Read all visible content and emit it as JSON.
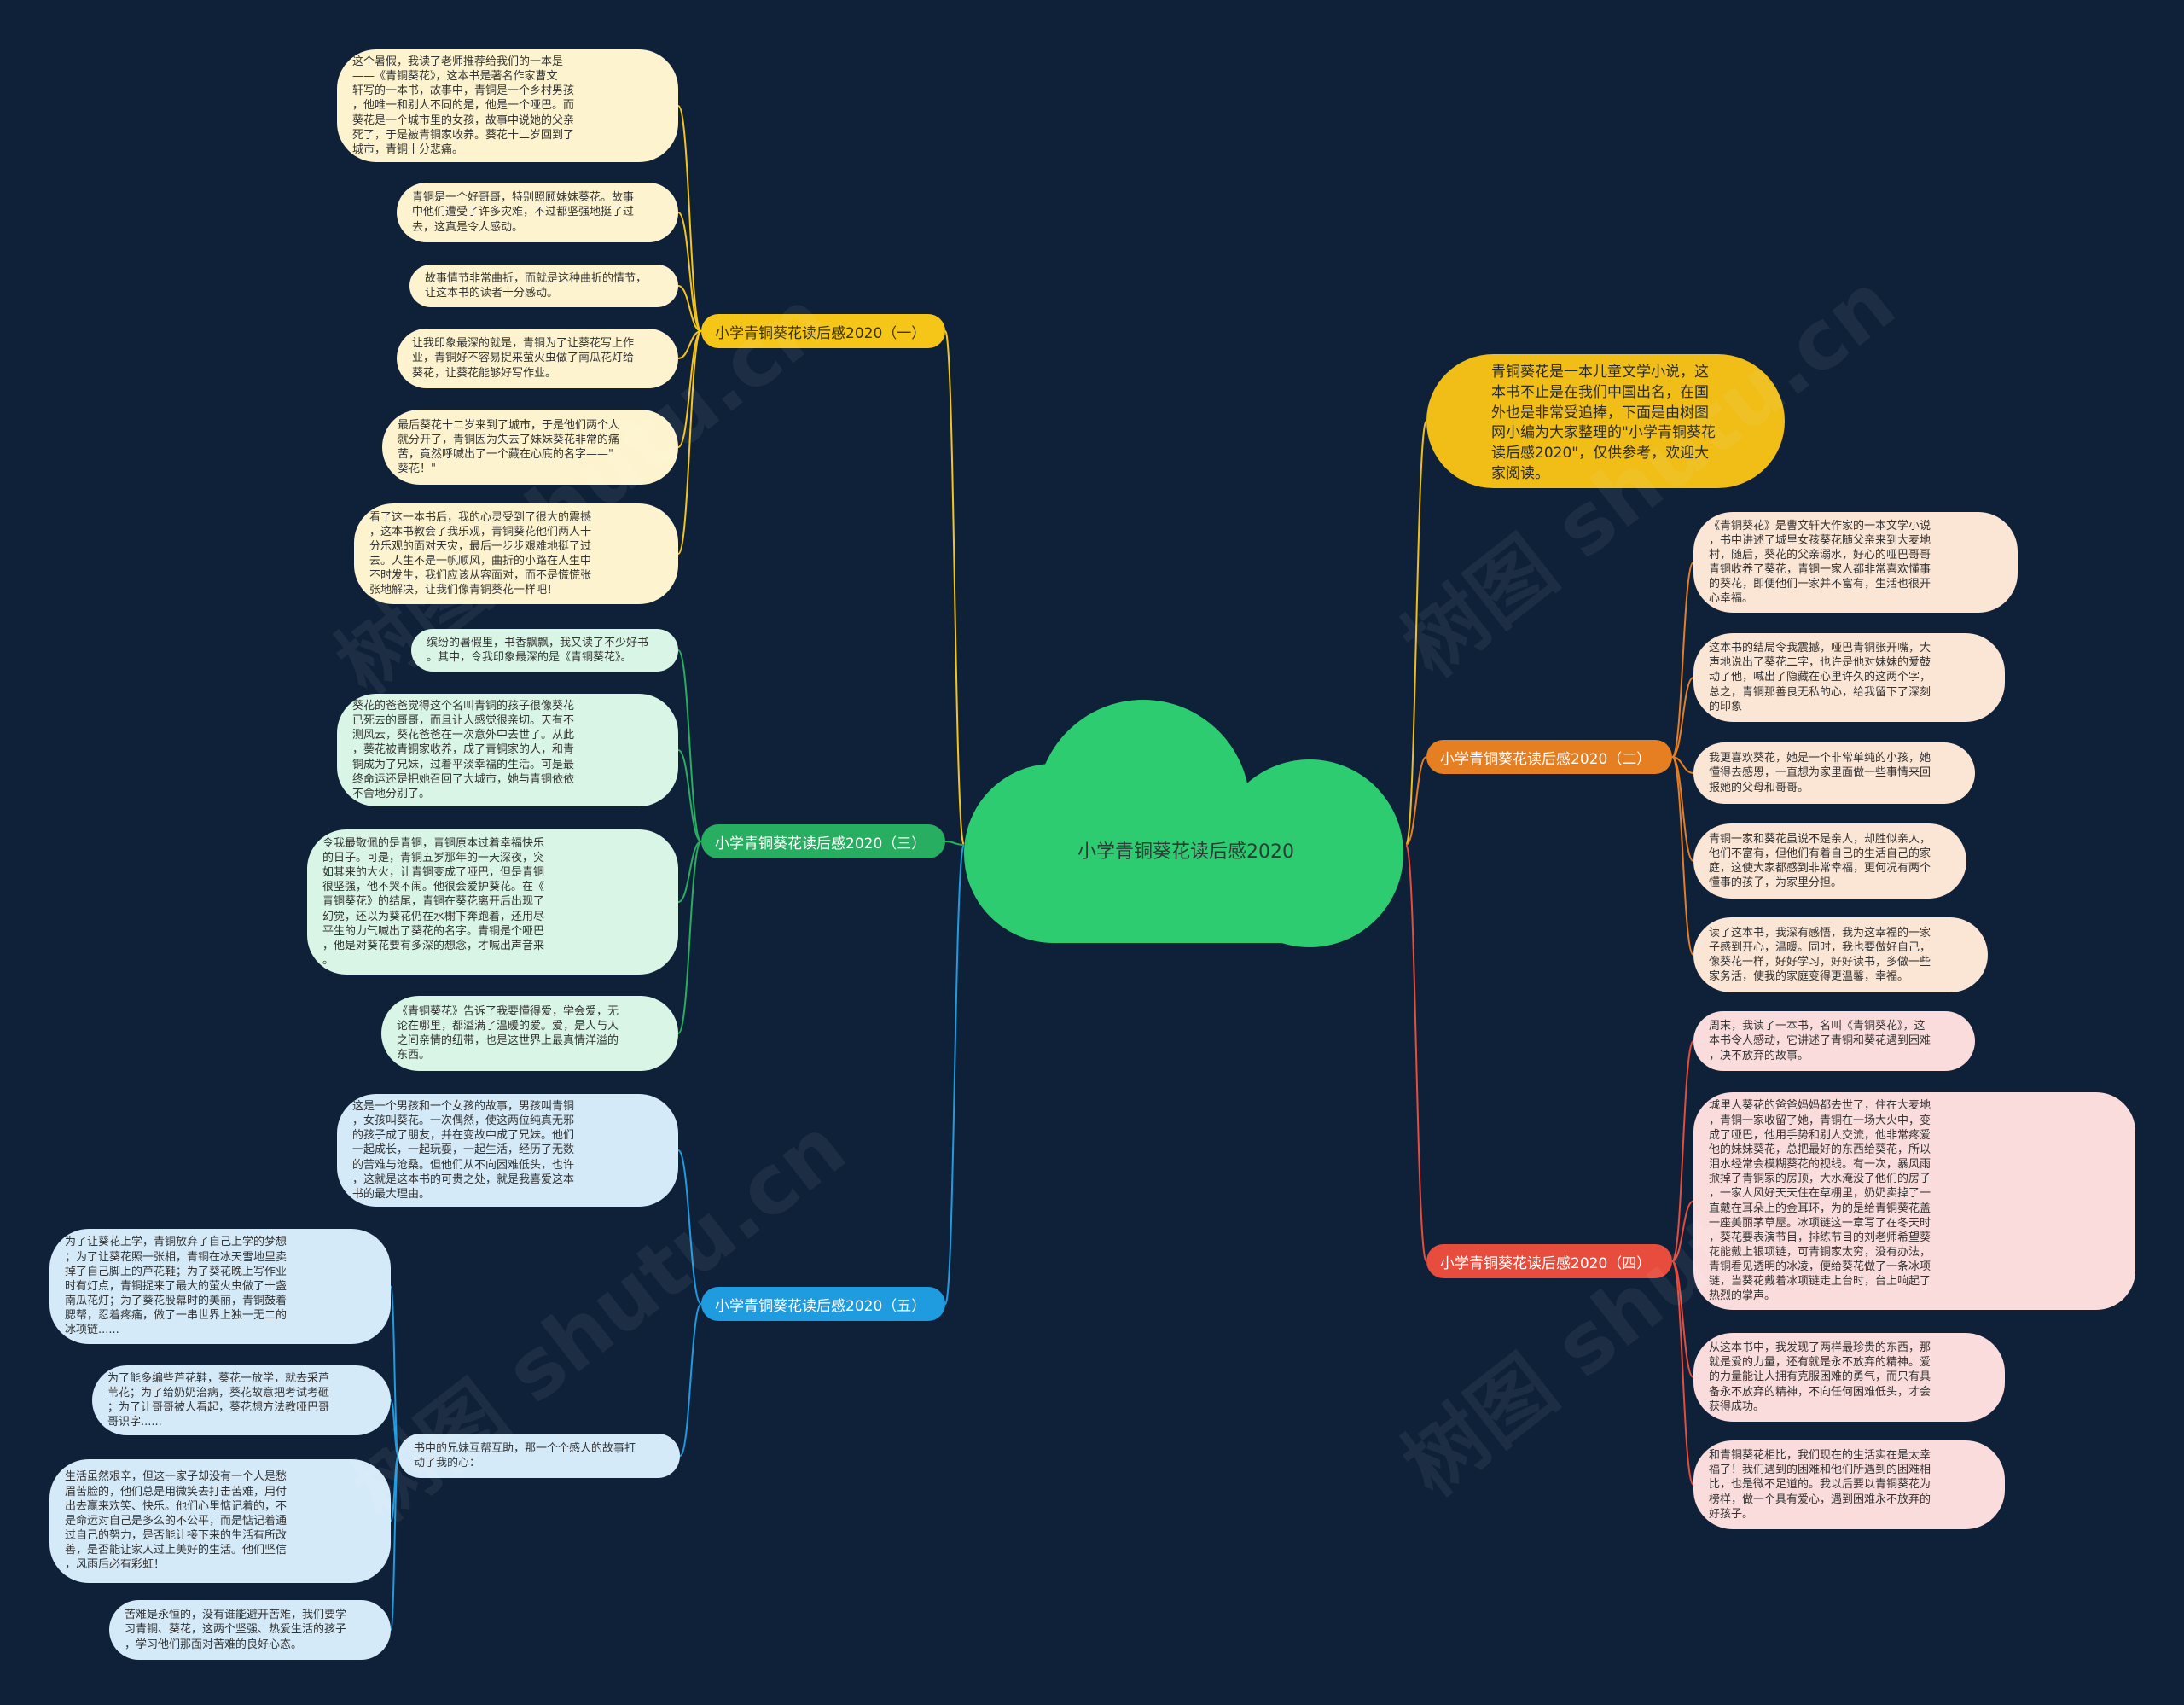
{
  "root": {
    "label": "小学青铜葵花读后感2020",
    "color": "#2ecc71"
  },
  "intro": {
    "text": "青铜葵花是一本儿童文学小说，这\n本书不止是在我们中国出名，在国\n外也是非常受追捧，下面是由树图\n网小编为大家整理的\"小学青铜葵花\n读后感2020\"，仅供参考，欢迎大\n家阅读。",
    "color": "#f0be17"
  },
  "watermark": "树图 shutu.cn",
  "branches": [
    {
      "id": "b1",
      "label": "小学青铜葵花读后感2020（一）",
      "color": "#f5c518",
      "text_color": "#3a3000",
      "leaves": [
        "这个暑假，我读了老师推荐给我们的一本是\n——《青铜葵花》，这本书是著名作家曹文\n轩写的一本书，故事中，青铜是一个乡村男孩\n，他唯一和别人不同的是，他是一个哑巴。而\n葵花是一个城市里的女孩，故事中说她的父亲\n死了，于是被青铜家收养。葵花十二岁回到了\n城市，青铜十分悲痛。",
        "青铜是一个好哥哥，特别照顾妹妹葵花。故事\n中他们遭受了许多灾难，不过都坚强地挺了过\n去，这真是令人感动。",
        "故事情节非常曲折，而就是这种曲折的情节，\n让这本书的读者十分感动。",
        "让我印象最深的就是，青铜为了让葵花写上作\n业，青铜好不容易捉来萤火虫做了南瓜花灯给\n葵花，让葵花能够好写作业。",
        "最后葵花十二岁来到了城市，于是他们两个人\n就分开了，青铜因为失去了妹妹葵花非常的痛\n苦，竟然呼喊出了一个藏在心底的名字——\"\n葵花！\"",
        "看了这一本书后，我的心灵受到了很大的震撼\n，这本书教会了我乐观，青铜葵花他们两人十\n分乐观的面对天灾，最后一步步艰难地挺了过\n去。人生不是一帆顺风，曲折的小路在人生中\n不时发生，我们应该从容面对，而不是慌慌张\n张地解决，让我们像青铜葵花一样吧！"
      ]
    },
    {
      "id": "b2",
      "label": "小学青铜葵花读后感2020（二）",
      "color": "#e67e22",
      "text_color": "#ffffff",
      "leaves": [
        "《青铜葵花》是曹文轩大作家的一本文学小说\n，书中讲述了城里女孩葵花随父亲来到大麦地\n村，随后，葵花的父亲溺水，好心的哑巴哥哥\n青铜收养了葵花，青铜一家人都非常喜欢懂事\n的葵花，即便他们一家并不富有，生活也很开\n心幸福。",
        "这本书的结局令我震撼，哑巴青铜张开嘴，大\n声地说出了葵花二字，也许是他对妹妹的爱鼓\n动了他，喊出了隐藏在心里许久的这两个字，\n总之，青铜那善良无私的心，给我留下了深刻\n的印象",
        "我更喜欢葵花，她是一个非常单纯的小孩，她\n懂得去感恩，一直想为家里面做一些事情来回\n报她的父母和哥哥。",
        "青铜一家和葵花虽说不是亲人，却胜似亲人，\n他们不富有，但他们有着自己的生活自己的家\n庭，这使大家都感到非常幸福，更何况有两个\n懂事的孩子，为家里分担。",
        "读了这本书，我深有感悟，我为这幸福的一家\n子感到开心，温暖。同时，我也要做好自己，\n像葵花一样，好好学习，好好读书，多做一些\n家务活，使我的家庭变得更温馨，幸福。"
      ]
    },
    {
      "id": "b3",
      "label": "小学青铜葵花读后感2020（三）",
      "color": "#27ae60",
      "text_color": "#ffffff",
      "leaves": [
        "缤纷的暑假里，书香飘飘，我又读了不少好书\n。其中，令我印象最深的是《青铜葵花》。",
        "葵花的爸爸觉得这个名叫青铜的孩子很像葵花\n已死去的哥哥，而且让人感觉很亲切。天有不\n测风云，葵花爸爸在一次意外中去世了。从此\n，葵花被青铜家收养，成了青铜家的人，和青\n铜成为了兄妹，过着平淡幸福的生活。可是最\n终命运还是把她召回了大城市，她与青铜依依\n不舍地分别了。",
        "令我最敬佩的是青铜，青铜原本过着幸福快乐\n的日子。可是，青铜五岁那年的一天深夜，突\n如其来的大火，让青铜变成了哑巴，但是青铜\n很坚强，他不哭不闹。他很会爱护葵花。在《\n青铜葵花》的结尾，青铜在葵花离开后出现了\n幻觉，还以为葵花仍在水榭下奔跑着，还用尽\n平生的力气喊出了葵花的名字。青铜是个哑巴\n，他是对葵花要有多深的想念，才喊出声音来\n。",
        "《青铜葵花》告诉了我要懂得爱，学会爱，无\n论在哪里，都溢满了温暖的爱。爱，是人与人\n之间亲情的纽带，也是这世界上最真情洋溢的\n东西。"
      ]
    },
    {
      "id": "b4",
      "label": "小学青铜葵花读后感2020（四）",
      "color": "#e74c3c",
      "text_color": "#ffffff",
      "leaves": [
        "周末，我读了一本书，名叫《青铜葵花》，这\n本书令人感动，它讲述了青铜和葵花遇到困难\n，决不放弃的故事。",
        "城里人葵花的爸爸妈妈都去世了，住在大麦地\n，青铜一家收留了她，青铜在一场大火中，变\n成了哑巴，他用手势和别人交流，他非常疼爱\n他的妹妹葵花，总把最好的东西给葵花，所以\n泪水经常会模糊葵花的视线。有一次，暴风雨\n掀掉了青铜家的房顶，大水淹没了他们的房子\n，一家人风好天天住在草棚里，奶奶卖掉了一\n直戴在耳朵上的金耳环，为的是给青铜葵花盖\n一座美丽茅草屋。冰项链这一章写了在冬天时\n，葵花要表演节目，排练节目的刘老师希望葵\n花能戴上银项链，可青铜家太穷，没有办法，\n青铜看见透明的冰凌，便给葵花做了一条冰项\n链，当葵花戴着冰项链走上台时，台上响起了\n热烈的掌声。",
        "从这本书中，我发现了两样最珍贵的东西，那\n就是爱的力量，还有就是永不放弃的精神。爱\n的力量能让人拥有克服困难的勇气，而只有具\n备永不放弃的精神，不向任何困难低头，才会\n获得成功。",
        "和青铜葵花相比，我们现在的生活实在是太幸\n福了！我们遇到的困难和他们所遇到的困难相\n比，也是微不足道的。我以后要以青铜葵花为\n榜样，做一个具有爱心，遇到困难永不放弃的\n好孩子。"
      ]
    },
    {
      "id": "b5",
      "label": "小学青铜葵花读后感2020（五）",
      "color": "#1f9be0",
      "text_color": "#ffffff",
      "leaves": [
        "这是一个男孩和一个女孩的故事，男孩叫青铜\n，女孩叫葵花。一次偶然，使这两位纯真无邪\n的孩子成了朋友，并在变故中成了兄妹。他们\n一起成长，一起玩耍，一起生活，经历了无数\n的苦难与沧桑。但他们从不向困难低头，也许\n，这就是这本书的可贵之处，就是我喜爱这本\n书的最大理由。",
        "书中的兄妹互帮互助，那一个个感人的故事打\n动了我的心："
      ],
      "subleaves": [
        "为了让葵花上学，青铜放弃了自己上学的梦想\n；为了让葵花照一张相，青铜在冰天雪地里卖\n掉了自己脚上的芦花鞋；为了葵花晚上写作业\n时有灯点，青铜捉来了最大的萤火虫做了十盏\n南瓜花灯；为了葵花股幕时的美丽，青铜鼓着\n腮帮，忍着疼痛，做了一串世界上独一无二的\n冰项链......",
        "为了能多编些芦花鞋，葵花一放学，就去采芦\n苇花；为了给奶奶治病，葵花故意把考试考砸\n；为了让哥哥被人看起，葵花想方法教哑巴哥\n哥识字......",
        "生活虽然艰辛，但这一家子却没有一个人是愁\n眉苦脸的，他们总是用微笑去打击苦难，用付\n出去赢来欢笑、快乐。他们心里惦记着的，不\n是命运对自己是多么的不公平，而是惦记着通\n过自己的努力，是否能让接下来的生活有所改\n善，是否能让家人过上美好的生活。他们坚信\n，风雨后必有彩虹！",
        "苦难是永恒的，没有谁能避开苦难，我们要学\n习青铜、葵花，这两个坚强、热爱生活的孩子\n，学习他们那面对苦难的良好心态。"
      ]
    }
  ]
}
